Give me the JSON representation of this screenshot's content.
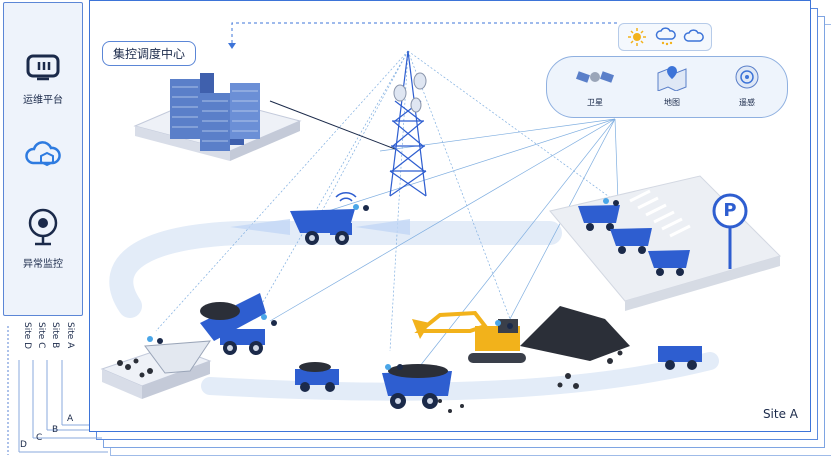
{
  "sidebar": {
    "items": [
      {
        "label": "运维平台",
        "icon": "tv-monitor-icon"
      },
      {
        "label": "",
        "icon": "cloud-icon"
      },
      {
        "label": "异常监控",
        "icon": "camera-icon"
      }
    ]
  },
  "sites": [
    "Site A",
    "Site B",
    "Site C",
    "Site D"
  ],
  "arrow_labels": [
    "A",
    "B",
    "C",
    "D"
  ],
  "main": {
    "center_label": "集控调度中心",
    "site_label": "Site A"
  },
  "weather": {
    "icons": [
      "sun-icon",
      "snow-cloud-icon",
      "cloud-icon"
    ]
  },
  "services": [
    {
      "label": "卫星",
      "icon": "satellite-icon"
    },
    {
      "label": "地图",
      "icon": "map-pin-icon"
    },
    {
      "label": "遥感",
      "icon": "radar-icon"
    }
  ],
  "parking": {
    "sign": "P"
  },
  "colors": {
    "accent": "#3d74d8",
    "truck": "#2e5ed0",
    "excavator": "#f2b21b",
    "coal": "#2b2f38"
  }
}
